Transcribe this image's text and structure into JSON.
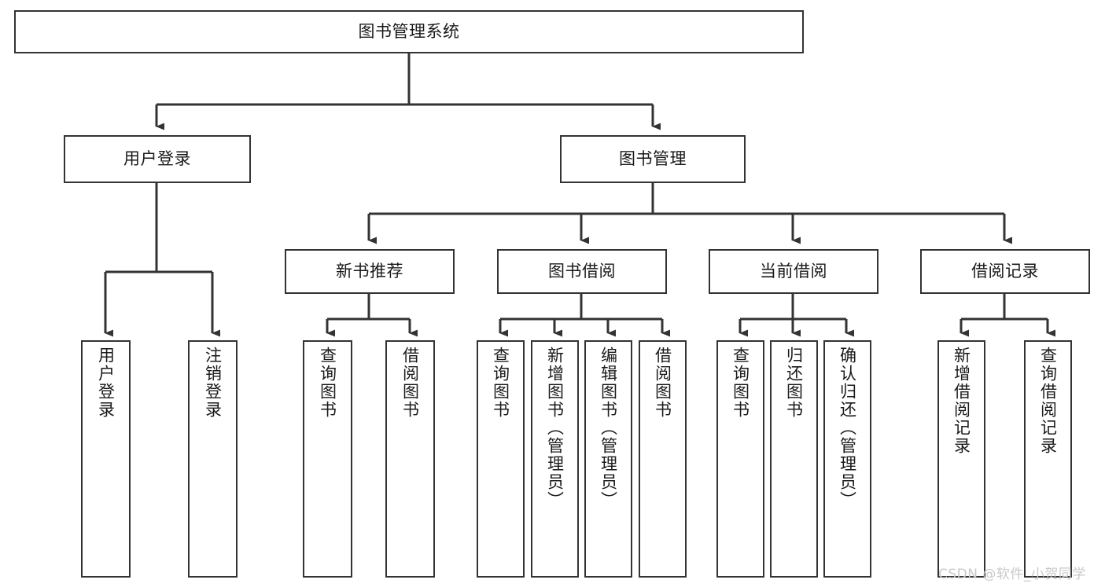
{
  "diagram": {
    "title": "图书管理系统",
    "type": "tree-hierarchy-chart",
    "orientation": "top-down",
    "line_color": "#333333",
    "box_fill": "#ffffff",
    "text_color": "#1a1a1a",
    "watermark": "CSDN @软件_小贺同学",
    "nodes": {
      "root": {
        "label": "图书管理系统"
      },
      "level2": [
        {
          "id": "user-login",
          "label": "用户登录"
        },
        {
          "id": "book-manage",
          "label": "图书管理"
        }
      ],
      "level3": [
        {
          "id": "new-book-recommend",
          "label": "新书推荐"
        },
        {
          "id": "book-borrow",
          "label": "图书借阅"
        },
        {
          "id": "current-borrow",
          "label": "当前借阅"
        },
        {
          "id": "borrow-record",
          "label": "借阅记录"
        }
      ],
      "leaves": {
        "user_login": [
          {
            "id": "leaf-user-login",
            "label": "用户登录"
          },
          {
            "id": "leaf-logout-login",
            "label": "注销登录"
          }
        ],
        "new_book_recommend": [
          {
            "id": "leaf-query-book-1",
            "label": "查询图书"
          },
          {
            "id": "leaf-borrow-book-1",
            "label": "借阅图书"
          }
        ],
        "book_borrow": [
          {
            "id": "leaf-query-book-2",
            "label": "查询图书"
          },
          {
            "id": "leaf-add-book",
            "label": "新增图书（管理员）"
          },
          {
            "id": "leaf-edit-book",
            "label": "编辑图书（管理员）"
          },
          {
            "id": "leaf-borrow-book-2",
            "label": "借阅图书"
          }
        ],
        "current_borrow": [
          {
            "id": "leaf-query-book-3",
            "label": "查询图书"
          },
          {
            "id": "leaf-return-book",
            "label": "归还图书"
          },
          {
            "id": "leaf-confirm-return",
            "label": "确认归还（管理员）"
          }
        ],
        "borrow_record": [
          {
            "id": "leaf-add-record",
            "label": "新增借阅记录"
          },
          {
            "id": "leaf-query-record",
            "label": "查询借阅记录"
          }
        ]
      }
    }
  }
}
